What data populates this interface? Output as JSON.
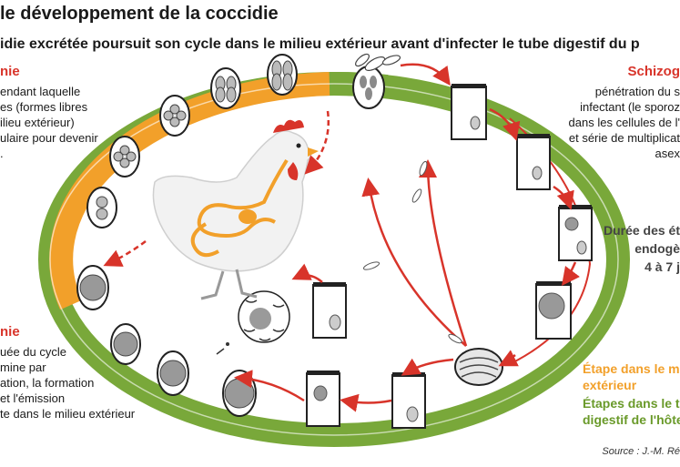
{
  "title": "le développement de la coccidie",
  "subtitle": "idie excrétée poursuit son cycle dans le milieu extérieur avant d'infecter le tube digestif du p",
  "left_top": {
    "heading": "nie",
    "lines": [
      "endant laquelle",
      "es (formes libres",
      "ilieu extérieur)",
      "ulaire pour devenir",
      "."
    ]
  },
  "left_bottom": {
    "heading": "nie",
    "lines": [
      "uée du cycle",
      "mine par",
      "ation, la formation",
      "et l'émission",
      "te dans le milieu extérieur"
    ]
  },
  "right_top": {
    "heading": "Schizog",
    "lines": [
      "pénétration du s",
      "infectant (le sporoz",
      "dans les cellules de l'",
      "et série de multiplicat",
      "asex"
    ]
  },
  "duration": {
    "lines": [
      "Durée des ét",
      "endogè",
      "4 à 7 j"
    ]
  },
  "legend": {
    "exterior": [
      "Étape dans le mi",
      "extérieur"
    ],
    "digestive": [
      "Étapes dans le tu",
      "digestif de l'hôte"
    ]
  },
  "source": "Source : J.-M. Ré",
  "colors": {
    "orange": "#f2a02a",
    "green": "#79a83a",
    "red": "#d8342a",
    "dark": "#1a1a1a"
  }
}
